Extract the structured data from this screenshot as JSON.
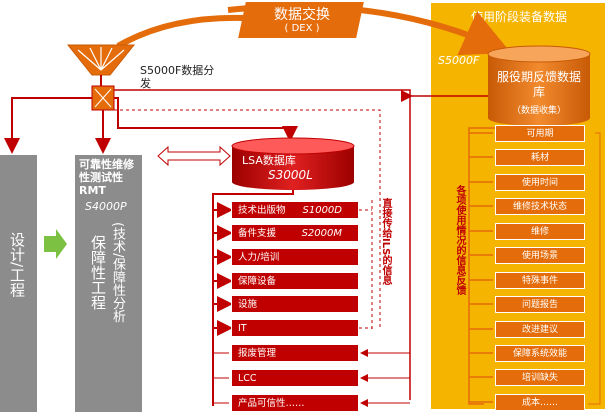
{
  "dex": {
    "title": "数据交换",
    "subtitle": "( DEX )"
  },
  "usage_phase": {
    "title": "使用阶段装备数据",
    "system_code": "S5000F",
    "database_title": "服役期反馈数据库",
    "database_subtitle": "（数据收集）",
    "vertical_label": "各项使用情况的信息反馈",
    "items": [
      "可用期",
      "耗材",
      "使用时间",
      "维修技术状态",
      "维修",
      "使用场景",
      "特殊事件",
      "问题报告",
      "改进建议",
      "保障系统效能",
      "培训缺失",
      "成本……"
    ]
  },
  "distribution": {
    "label": "S5000F数据分发"
  },
  "design": {
    "label": "设计/工程"
  },
  "rmt": {
    "title": "可靠性维修性测试性RMT",
    "code": "S4000P",
    "body": "保障性工程",
    "body2": "(技术/保障性分析"
  },
  "lsa": {
    "title": "LSA数据库",
    "code": "S3000L",
    "vertical_label": "直接传给ILS的信息",
    "items": [
      {
        "label": "技术出版物",
        "code": "S1000D"
      },
      {
        "label": "备件支援",
        "code": "S2000M"
      },
      {
        "label": "人力/培训",
        "code": ""
      },
      {
        "label": "保障设备",
        "code": ""
      },
      {
        "label": "设施",
        "code": ""
      },
      {
        "label": "IT",
        "code": ""
      },
      {
        "label": "报废管理",
        "code": ""
      },
      {
        "label": "LCC",
        "code": ""
      },
      {
        "label": "产品可信性……",
        "code": ""
      }
    ]
  },
  "colors": {
    "orange_panel": "#f5b400",
    "feedback_item": "#e46c0a",
    "lsa_red": "#c00000",
    "grey_column": "#8c8c8c",
    "arrow_green": "#7dc143"
  }
}
